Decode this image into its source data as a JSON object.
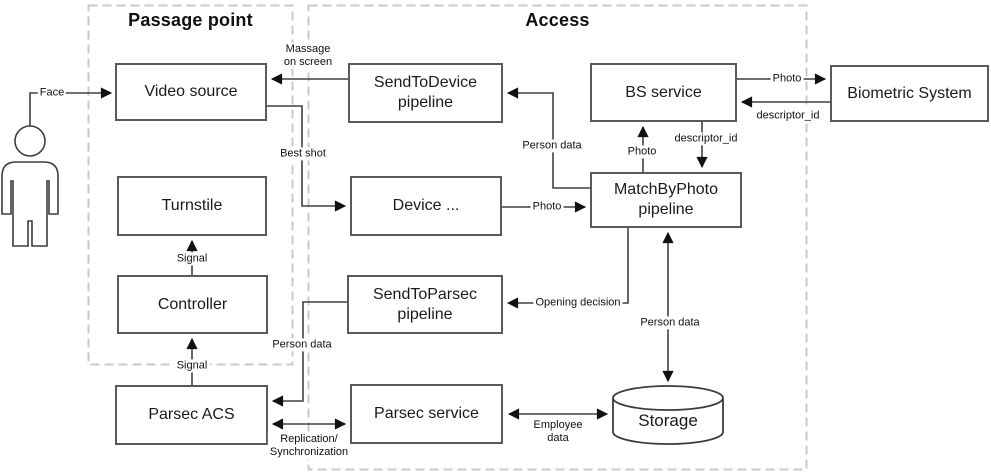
{
  "diagram": {
    "containers": {
      "passage_point": {
        "title": "Passage point"
      },
      "access": {
        "title": "Access"
      }
    },
    "nodes": {
      "video_source": "Video source",
      "turnstile": "Turnstile",
      "controller": "Controller",
      "parsec_acs": "Parsec ACS",
      "send_to_device": "SendToDevice\npipeline",
      "device": "Device ...",
      "send_to_parsec": "SendToParsec\npipeline",
      "parsec_service": "Parsec service",
      "bs_service": "BS service",
      "match_by_photo": "MatchByPhoto\npipeline",
      "biometric_system": "Biometric System",
      "storage": "Storage"
    },
    "edge_labels": {
      "face": "Face",
      "massage_on_screen": "Massage\non screen",
      "best_shot": "Best shot",
      "person_data_top": "Person data",
      "photo_up": "Photo",
      "descriptor_id_down": "descriptor_id",
      "photo_right": "Photo",
      "descriptor_id_left": "descriptor_id",
      "photo_device": "Photo",
      "opening_decision": "Opening decision",
      "person_data_storage": "Person data",
      "signal_controller_turnstile": "Signal",
      "signal_acs_controller": "Signal",
      "person_data_left": "Person data",
      "replication": "Replication/\nSynchronization",
      "employee_data": "Employee\ndata"
    },
    "colors": {
      "line": "#404040",
      "arrowhead": "#111111",
      "box_border": "#5a5a5a",
      "box_fill": "#ffffff",
      "dashed_border": "#c9c9c9",
      "text": "#1a1a1a"
    }
  }
}
